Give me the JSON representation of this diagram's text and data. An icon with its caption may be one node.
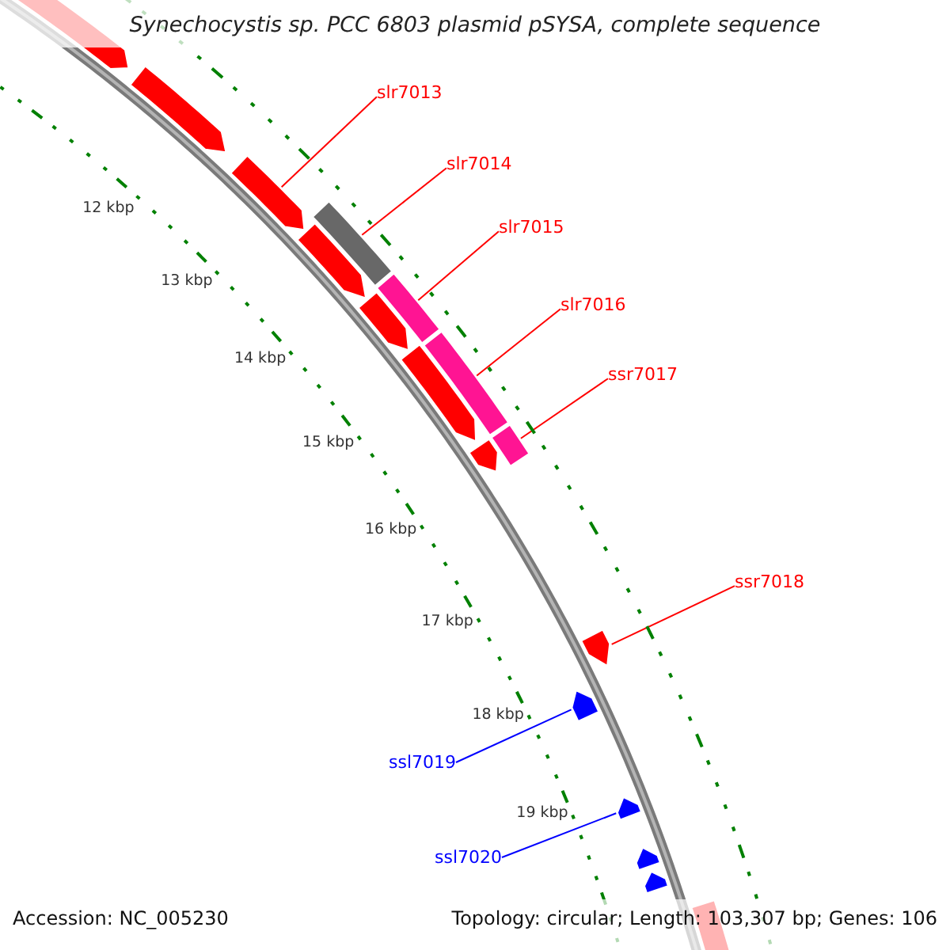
{
  "diagram": {
    "title": "Synechocystis sp. PCC 6803 plasmid pSYSA, complete sequence",
    "nodes": [
      {
        "text": [
          "slr7013"
        ]
      },
      {
        "text": [
          "slr7014"
        ]
      },
      {
        "text": [
          "slr7015"
        ]
      },
      {
        "text": [
          "slr7016"
        ]
      },
      {
        "text": [
          "ssr7017"
        ]
      },
      {
        "text": [
          "ssr7018"
        ]
      },
      {
        "text": [
          "ssl7019"
        ]
      },
      {
        "text": [
          "ssl7020"
        ]
      },
      {
        "text": [],
        "shape": "pentagon"
      },
      {
        "text": [],
        "shape": "pentagon"
      },
      {
        "text": [],
        "shape": "pentagon"
      },
      {
        "text": [],
        "shape": "pentagon"
      },
      {
        "text": [],
        "shape": "box"
      },
      {
        "text": [],
        "shape": "pentagon"
      },
      {
        "text": [],
        "shape": "box"
      },
      {
        "text": [],
        "shape": "pentagon"
      },
      {
        "text": [],
        "shape": "box"
      },
      {
        "text": [],
        "shape": "pentagon"
      },
      {
        "text": [],
        "shape": "box"
      },
      {
        "text": [],
        "shape": "pentagon"
      },
      {
        "text": [],
        "shape": "pentagon"
      },
      {
        "text": [],
        "shape": "pentagon"
      },
      {
        "text": [],
        "shape": "pentagon"
      },
      {
        "text": [],
        "shape": "pentagon"
      },
      {
        "text": [],
        "shape": "pentagon"
      }
    ],
    "edges": [
      {
        "from": 0,
        "to": 10,
        "arrow": "none"
      },
      {
        "from": 1,
        "to": 12,
        "arrow": "none"
      },
      {
        "from": 2,
        "to": 14,
        "arrow": "none"
      },
      {
        "from": 3,
        "to": 16,
        "arrow": "none"
      },
      {
        "from": 4,
        "to": 18,
        "arrow": "none"
      },
      {
        "from": 5,
        "to": 19,
        "arrow": "none"
      },
      {
        "from": 6,
        "to": 20,
        "arrow": "none",
        "color": "#0000ff"
      },
      {
        "from": 7,
        "to": 21,
        "arrow": "none",
        "color": "#0000ff"
      }
    ],
    "labels": [
      "12 kbp",
      "13 kbp",
      "14 kbp",
      "15 kbp",
      "16 kbp",
      "17 kbp",
      "18 kbp",
      "19 kbp",
      "Accession: NC_005230",
      "Topology: circular; Length: 103,307 bp; Genes: 106"
    ]
  }
}
